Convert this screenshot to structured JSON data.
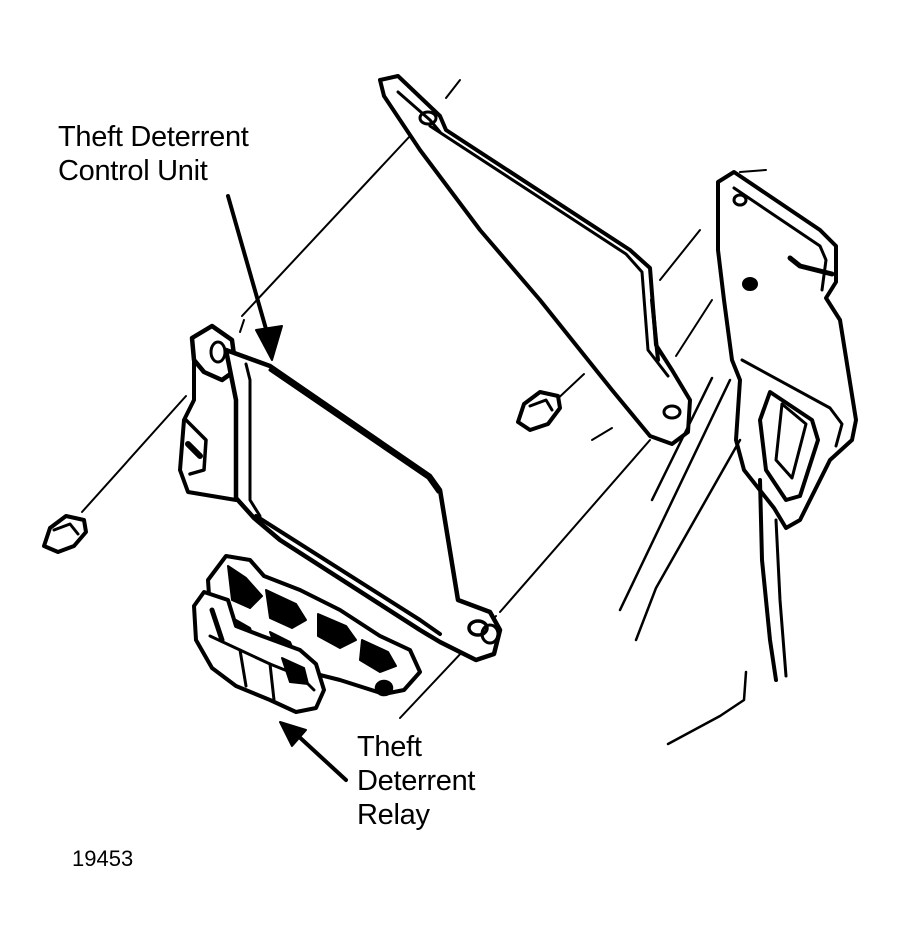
{
  "labels": {
    "control_unit": [
      "Theft Deterrent",
      "Control Unit"
    ],
    "relay": [
      "Theft",
      "Deterrent",
      "Relay"
    ]
  },
  "figure_number": "19453",
  "colors": {
    "ink": "#000000",
    "paper": "#ffffff"
  }
}
